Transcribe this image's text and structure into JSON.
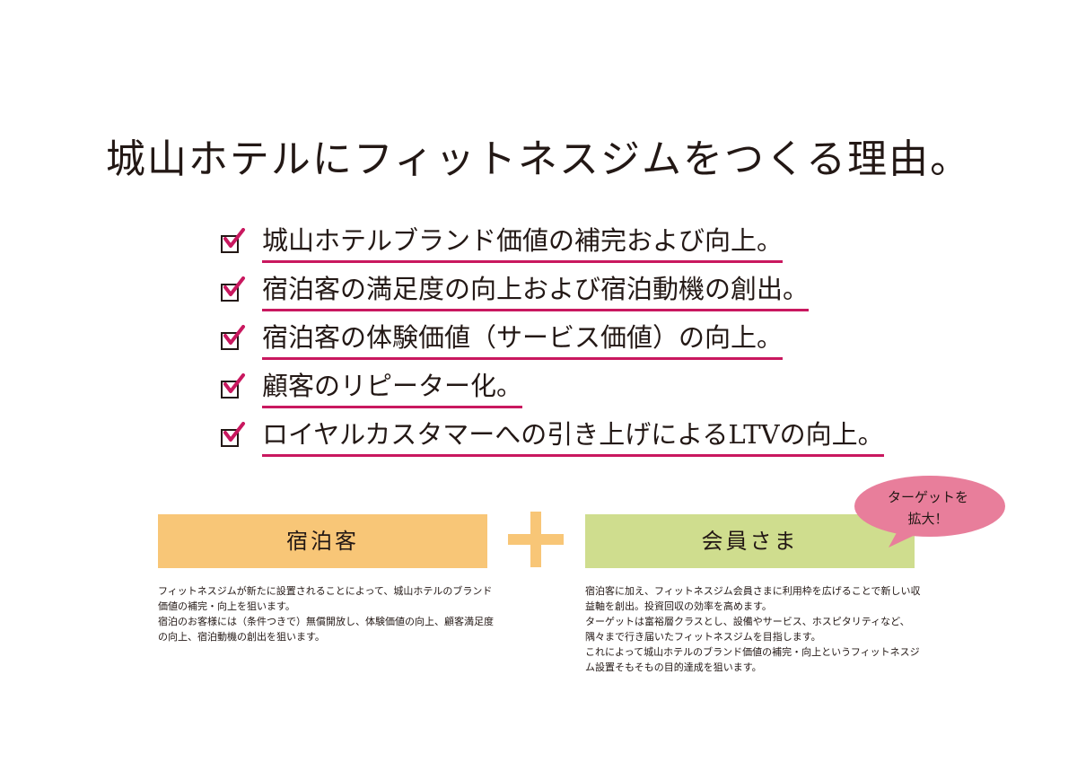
{
  "title": "城山ホテルにフィットネスジムをつくる理由。",
  "reasons": [
    "城山ホテルブランド価値の補完および向上。",
    "宿泊客の満足度の向上および宿泊動機の創出。",
    "宿泊客の体験価値（サービス価値）の向上。",
    "顧客のリピーター化。",
    "ロイヤルカスタマーへの引き上げによるLTVの向上。"
  ],
  "guest": {
    "label": "宿泊客",
    "desc": [
      "フィットネスジムが新たに設置されることによって、城山ホテルのブランド価値の補完・向上を狙います。",
      "宿泊のお客様には（条件つきで）無償開放し、体験価値の向上、顧客満足度の向上、宿泊動機の創出を狙います。"
    ]
  },
  "member": {
    "label": "会員さま",
    "desc": [
      "宿泊客に加え、フィットネスジム会員さまに利用枠を広げることで新しい収益軸を創出。投資回収の効率を高めます。",
      "ターゲットは富裕層クラスとし、設備やサービス、ホスピタリティなど、隅々まで行き届いたフィットネスジムを目指します。",
      "これによって城山ホテルのブランド価値の補完・向上というフィットネスジム設置そもそもの目的達成を狙います。"
    ]
  },
  "bubble": {
    "line1": "ターゲットを",
    "line2": "拡大！"
  },
  "colors": {
    "accent": "#c9185f",
    "guest": "#f8c677",
    "member": "#cfdd8e",
    "bubble": "#e87e9b",
    "text": "#231815"
  },
  "icons": {
    "check": "check-icon",
    "plus": "plus-icon"
  }
}
